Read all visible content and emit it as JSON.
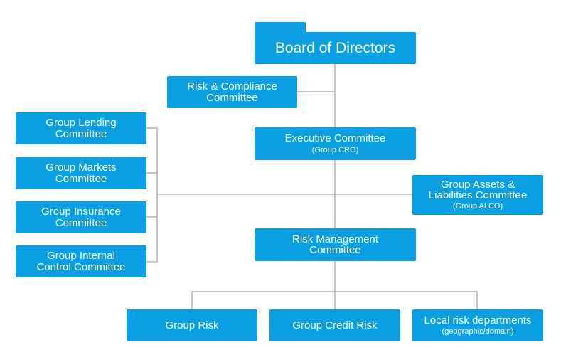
{
  "diagram": {
    "board": {
      "label": "Board of Directors"
    },
    "risk_compliance": {
      "line1": "Risk & Compliance",
      "line2": "Committee"
    },
    "executive": {
      "line1": "Executive Committee",
      "sub": "(Group CRO)"
    },
    "alco": {
      "line1": "Group Assets &",
      "line2": "Liabilities Committee",
      "sub": "(Group ALCO)"
    },
    "risk_management": {
      "line1": "Risk Management",
      "line2": "Committee"
    },
    "left_committees": [
      {
        "line1": "Group Lending",
        "line2": "Committee"
      },
      {
        "line1": "Group Markets",
        "line2": "Committee"
      },
      {
        "line1": "Group Insurance",
        "line2": "Committee"
      },
      {
        "line1": "Group Internal",
        "line2": "Control Committee"
      }
    ],
    "bottom": [
      {
        "label": "Group Risk"
      },
      {
        "label": "Group Credit Risk"
      },
      {
        "line1": "Local risk departments",
        "sub": "(geographic/domain)"
      }
    ]
  },
  "colors": {
    "box": "#0a9ee2",
    "connector": "#9aa3a8",
    "text": "#ffffff"
  }
}
